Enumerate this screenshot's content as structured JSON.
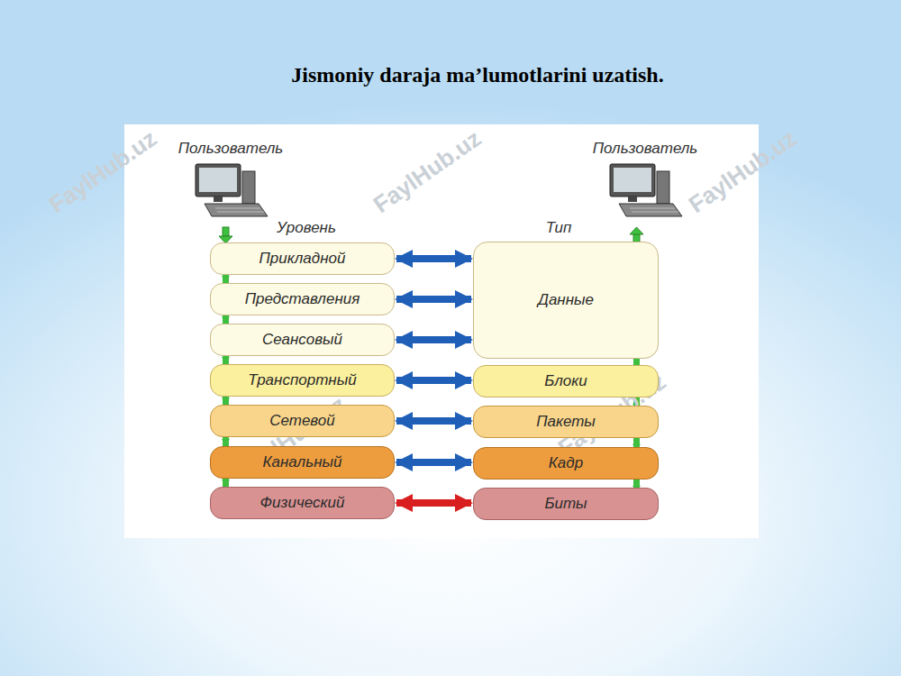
{
  "diagram": {
    "title": "Jismoniy daraja ma’lumotlarini uzatish.",
    "nodes": [
      {
        "text": [
          "Прикладной"
        ]
      },
      {
        "text": [
          "Представления"
        ]
      },
      {
        "text": [
          "Сеансовый"
        ]
      },
      {
        "text": [
          "Транспортный"
        ]
      },
      {
        "text": [
          "Сетевой"
        ]
      },
      {
        "text": [
          "Канальный"
        ]
      },
      {
        "text": [
          "Физический"
        ]
      },
      {
        "text": [
          "Данные"
        ]
      },
      {
        "text": [
          "Блоки"
        ]
      },
      {
        "text": [
          "Пакеты"
        ]
      },
      {
        "text": [
          "Кадр"
        ]
      },
      {
        "text": [
          "Биты"
        ]
      }
    ],
    "edges": [
      {
        "from": 0,
        "to": 7,
        "arrow": "both"
      },
      {
        "from": 1,
        "to": 7,
        "arrow": "both"
      },
      {
        "from": 2,
        "to": 7,
        "arrow": "both"
      },
      {
        "from": 3,
        "to": 8,
        "arrow": "both"
      },
      {
        "from": 4,
        "to": 9,
        "arrow": "both"
      },
      {
        "from": 5,
        "to": 10,
        "arrow": "both"
      },
      {
        "from": 6,
        "to": 11,
        "arrow": "both"
      },
      {
        "from": 0,
        "to": 1,
        "arrow": "to"
      },
      {
        "from": 1,
        "to": 2,
        "arrow": "to"
      },
      {
        "from": 2,
        "to": 3,
        "arrow": "to"
      },
      {
        "from": 3,
        "to": 4,
        "arrow": "to"
      },
      {
        "from": 4,
        "to": 5,
        "arrow": "to"
      },
      {
        "from": 5,
        "to": 6,
        "arrow": "to"
      },
      {
        "from": 11,
        "to": 10,
        "arrow": "to"
      },
      {
        "from": 10,
        "to": 9,
        "arrow": "to"
      },
      {
        "from": 9,
        "to": 8,
        "arrow": "to"
      },
      {
        "from": 8,
        "to": 7,
        "arrow": "to"
      }
    ],
    "labels": [
      "Пользователь",
      "Пользователь",
      "Уровень",
      "Тип",
      "FaylHub.uz",
      "FaylHub.uz",
      "FaylHub.uz",
      "FaylHub.uz",
      "FaylHub.uz"
    ]
  }
}
